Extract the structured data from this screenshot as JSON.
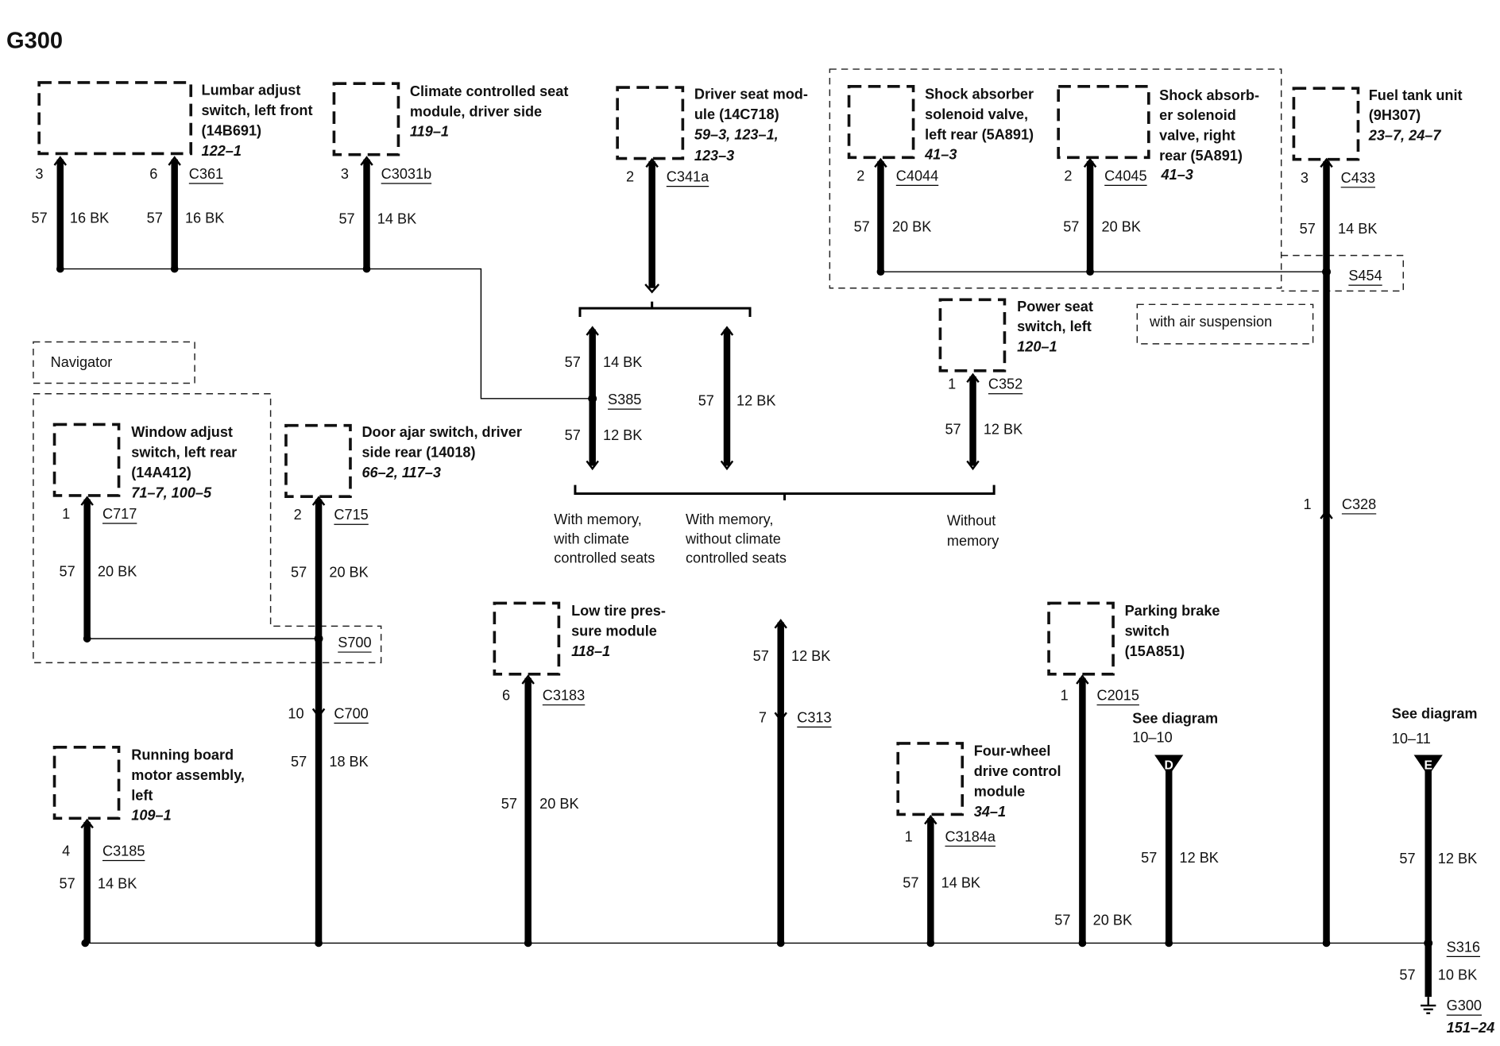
{
  "title": "G300",
  "components": [
    {
      "id": "lumbar",
      "name": [
        "Lumbar adjust",
        "switch, left front",
        "(14B691)"
      ],
      "ref": [
        "122–1"
      ]
    },
    {
      "id": "climate",
      "name": [
        "Climate controlled seat",
        "module, driver side"
      ],
      "ref": [
        "119–1"
      ]
    },
    {
      "id": "driverseat",
      "name": [
        "Driver seat mod-",
        "ule (14C718)"
      ],
      "ref": [
        "59–3, 123–1,",
        "123–3"
      ]
    },
    {
      "id": "shock_lr",
      "name": [
        "Shock absorber",
        "solenoid valve,",
        "left rear (5A891)"
      ],
      "ref": [
        "41–3"
      ]
    },
    {
      "id": "shock_rr",
      "name": [
        "Shock absorb-",
        "er solenoid",
        "valve, right",
        "rear (5A891)"
      ],
      "ref": [
        "41–3"
      ]
    },
    {
      "id": "fueltank",
      "name": [
        "Fuel tank unit",
        "(9H307)"
      ],
      "ref": [
        "23–7, 24–7"
      ]
    },
    {
      "id": "powerseat",
      "name": [
        "Power seat",
        "switch, left"
      ],
      "ref": [
        "120–1"
      ]
    },
    {
      "id": "window",
      "name": [
        "Window adjust",
        "switch, left rear",
        "(14A412)"
      ],
      "ref": [
        "71–7, 100–5"
      ]
    },
    {
      "id": "doorajar",
      "name": [
        "Door ajar switch, driver",
        "side rear (14018)"
      ],
      "ref": [
        "66–2, 117–3"
      ]
    },
    {
      "id": "lowtire",
      "name": [
        "Low tire pres-",
        "sure module"
      ],
      "ref": [
        "118–1"
      ]
    },
    {
      "id": "parking",
      "name": [
        "Parking brake",
        "switch",
        "(15A851)"
      ],
      "ref": []
    },
    {
      "id": "runboard",
      "name": [
        "Running board",
        "motor assembly,",
        "left"
      ],
      "ref": [
        "109–1"
      ]
    },
    {
      "id": "fourwheel",
      "name": [
        "Four-wheel",
        "drive control",
        "module"
      ],
      "ref": [
        "34–1"
      ]
    }
  ],
  "groups": {
    "navigator": "Navigator",
    "air_suspension": "with air suspension"
  },
  "options": [
    [
      "With memory,",
      "with climate",
      "controlled seats"
    ],
    [
      "With memory,",
      "without climate",
      "controlled seats"
    ],
    [
      "Without",
      "memory"
    ]
  ],
  "see_diagram": [
    {
      "label": "See diagram",
      "page": "10–10",
      "letter": "D"
    },
    {
      "label": "See diagram",
      "page": "10–11",
      "letter": "E"
    }
  ],
  "connectors": [
    "C361",
    "C3031b",
    "C341a",
    "C4044",
    "C4045",
    "C433",
    "S454",
    "C352",
    "S385",
    "C717",
    "C715",
    "S700",
    "C700",
    "C3183",
    "C313",
    "C2015",
    "C3185",
    "C3184a",
    "C328",
    "S316",
    "G300"
  ],
  "pins": [
    "3",
    "6",
    "3",
    "2",
    "2",
    "2",
    "3",
    "1",
    "1",
    "2",
    "10",
    "6",
    "7",
    "1",
    "4",
    "1",
    "1"
  ],
  "wires": {
    "c57": "57",
    "w16": "16 BK",
    "w14": "14 BK",
    "w20": "20 BK",
    "w12": "12 BK",
    "w18": "18 BK",
    "w10": "10 BK"
  },
  "ground_ref": "151–24"
}
